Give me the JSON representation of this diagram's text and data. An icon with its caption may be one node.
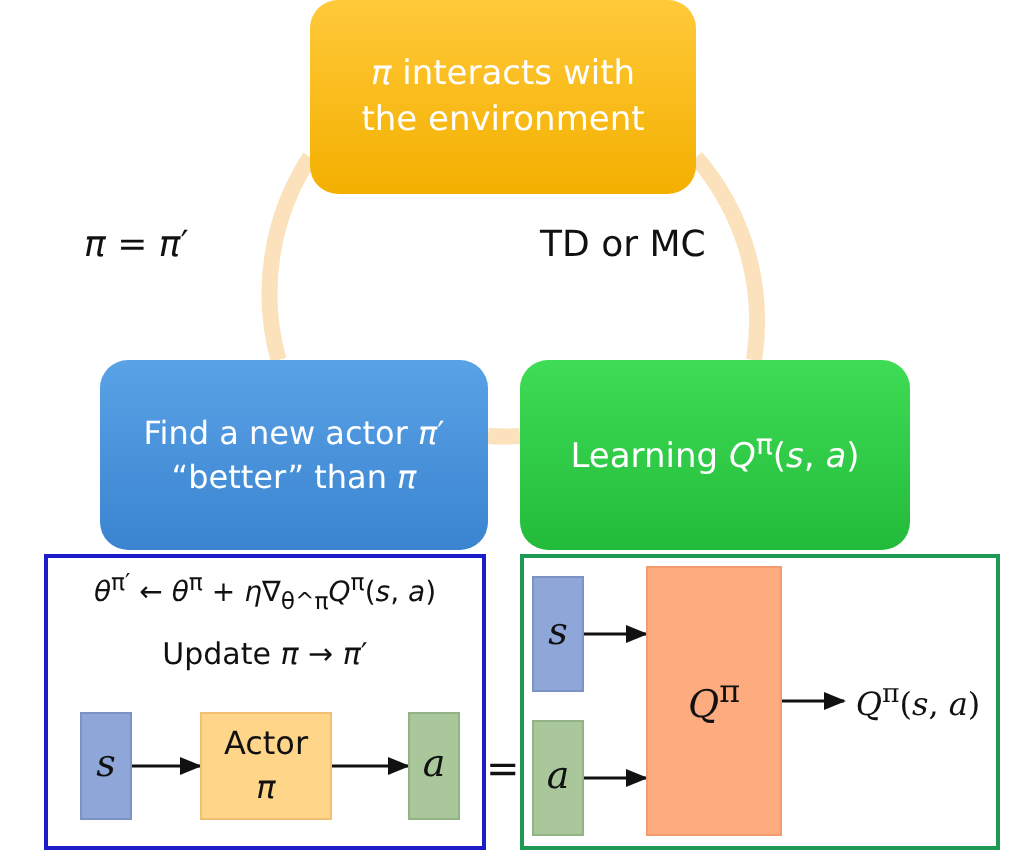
{
  "diagram": {
    "nodes": [
      {
        "text": [
          "*π* interacts with the environment"
        ]
      },
      {
        "text": [
          "Find a new actor *π*′ “better” than *π*"
        ]
      },
      {
        "text": [
          "Learning *Q*$^{π}$(*s*, *a*)"
        ]
      },
      {
        "text": [
          "*θ*$^{π′}$ ← *θ*$^{π}$ + *η*∇$_{θ^π}$*Q*$^{π}$(*s*, *a*)",
          "Update *π* → *π*′"
        ]
      },
      {
        "text": [
          "s"
        ],
        "in": 3
      },
      {
        "text": [
          "Actor *π*"
        ],
        "in": 3
      },
      {
        "text": [
          "a"
        ],
        "in": 3
      },
      {
        "text": [],
        "shape": "box"
      },
      {
        "text": [
          "s"
        ],
        "in": 7
      },
      {
        "text": [
          "a"
        ],
        "in": 7
      },
      {
        "text": [
          "*Q*$^{π}$"
        ],
        "in": 7
      },
      {
        "text": [
          "*Q*$^{π}$(*s*, *a*)"
        ],
        "in": 7
      }
    ],
    "edges": [
      {
        "from": 0,
        "to": 2,
        "arrow": "none",
        "label": "TD or MC",
        "style": "thick",
        "color": "#fbe2bd"
      },
      {
        "from": 2,
        "to": 1,
        "arrow": "none",
        "style": "thick",
        "color": "#fbe2bd"
      },
      {
        "from": 1,
        "to": 0,
        "arrow": "none",
        "label": "*π* = *π*′",
        "style": "thick",
        "color": "#fbe2bd"
      },
      {
        "from": 4,
        "to": 5,
        "arrow": "to"
      },
      {
        "from": 5,
        "to": 6,
        "arrow": "to"
      },
      {
        "from": 8,
        "to": 10,
        "arrow": "to"
      },
      {
        "from": 9,
        "to": 10,
        "arrow": "to"
      },
      {
        "from": 10,
        "to": 11,
        "arrow": "to"
      }
    ],
    "labels": [
      "="
    ]
  }
}
